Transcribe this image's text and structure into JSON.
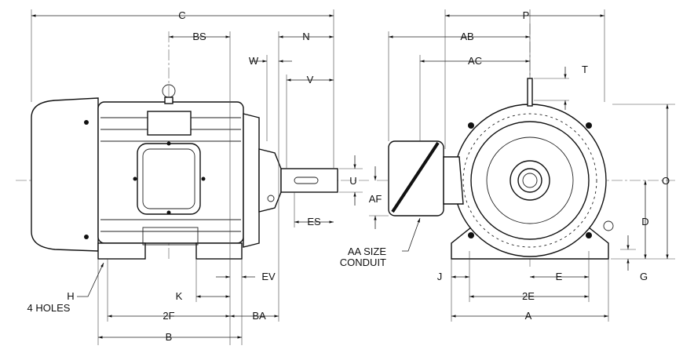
{
  "side_view": {
    "labels": {
      "C": "C",
      "BS": "BS",
      "N": "N",
      "W": "W",
      "V": "V",
      "U": "U",
      "ES": "ES",
      "EV": "EV",
      "K": "K",
      "H": "H",
      "holes": "4 HOLES",
      "2F": "2F",
      "BA": "BA",
      "B": "B"
    }
  },
  "end_view": {
    "labels": {
      "P": "P",
      "AB": "AB",
      "AC": "AC",
      "T": "T",
      "O": "O",
      "D": "D",
      "AF": "AF",
      "conduit_1": "AA SIZE",
      "conduit_2": "CONDUIT",
      "J": "J",
      "E": "E",
      "2E": "2E",
      "A": "A",
      "G": "G"
    }
  }
}
